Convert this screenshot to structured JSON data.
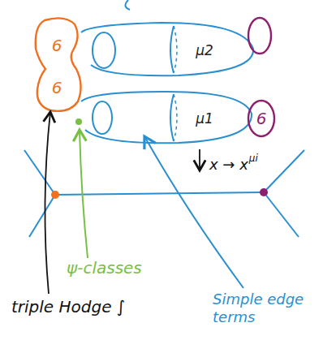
{
  "diagram": {
    "nodes": [
      {
        "text": [
          "6",
          "6"
        ]
      },
      {
        "text": [
          "μ2"
        ]
      },
      {
        "text": [
          "μ1"
        ]
      },
      {
        "text": [
          "6"
        ]
      }
    ],
    "labels": [
      "x → x",
      "μi",
      "ψ-classes",
      "triple Hodge ∫",
      "Simple edge terms"
    ]
  }
}
